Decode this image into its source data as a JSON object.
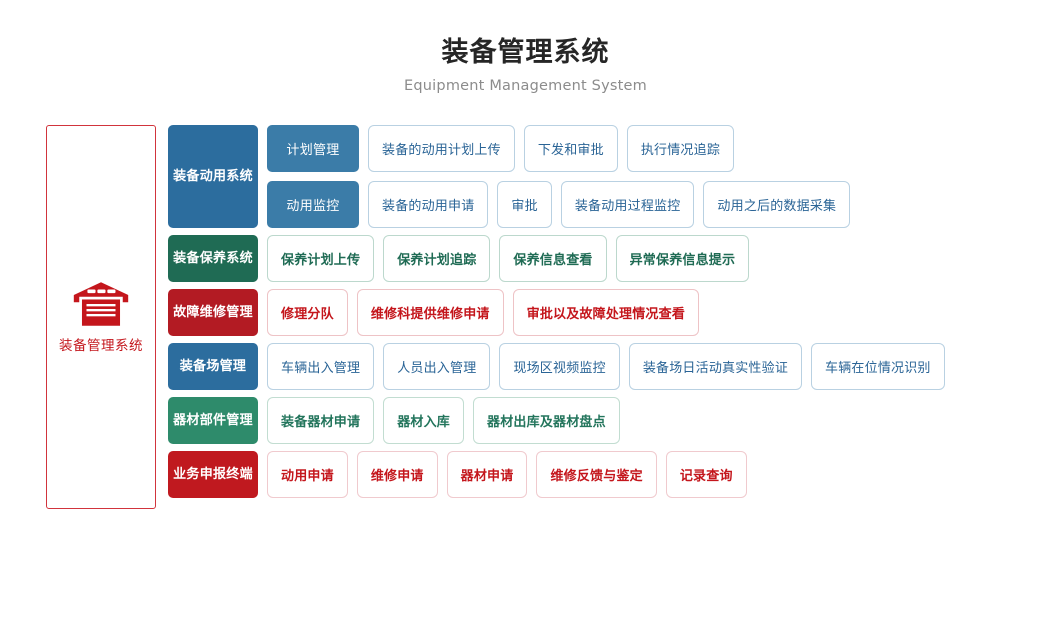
{
  "header": {
    "title": "装备管理系统",
    "subtitle": "Equipment Management System"
  },
  "root": {
    "label": "装备管理系统",
    "icon": "warehouse-icon",
    "border_color": "#d1343c",
    "text_color": "#c4161c"
  },
  "colors": {
    "blue_dark": "#2c6d9e",
    "blue_mid": "#3b7ca8",
    "blue_border": "#b9d1e2",
    "blue_text": "#2a6496",
    "green_dark": "#1f6b54",
    "green_mid": "#2e8b6b",
    "green_border": "#bcd8cd",
    "green_text": "#1f6b54",
    "red_dark": "#b31b23",
    "red_bright": "#c0191f",
    "red_border": "#eec3c6",
    "red_text": "#c4161c",
    "title_text": "#262626",
    "subtitle_text": "#8c8c8c"
  },
  "rows": [
    {
      "category": "装备动用系统",
      "theme": "blue",
      "block_color": "#2c6d9e",
      "two_level": true,
      "subrows": [
        {
          "mid": "计划管理",
          "mid_color": "#3b7ca8",
          "leaves": [
            "装备的动用计划上传",
            "下发和审批",
            "执行情况追踪"
          ]
        },
        {
          "mid": "动用监控",
          "mid_color": "#3b7ca8",
          "leaves": [
            "装备的动用申请",
            "审批",
            "装备动用过程监控",
            "动用之后的数据采集"
          ]
        }
      ]
    },
    {
      "category": "装备保养系统",
      "theme": "green",
      "block_color": "#1f6b54",
      "two_level": false,
      "leaves": [
        "保养计划上传",
        "保养计划追踪",
        "保养信息查看",
        "异常保养信息提示"
      ]
    },
    {
      "category": "故障维修管理",
      "theme": "red",
      "block_color": "#b31b23",
      "two_level": false,
      "leaves": [
        "修理分队",
        "维修科提供维修申请",
        "审批以及故障处理情况查看"
      ]
    },
    {
      "category": "装备场管理",
      "theme": "blue",
      "block_color": "#2c6d9e",
      "two_level": false,
      "leaves": [
        "车辆出入管理",
        "人员出入管理",
        "现场区视频监控",
        "装备场日活动真实性验证",
        "车辆在位情况识别"
      ]
    },
    {
      "category": "器材部件管理",
      "theme": "green2",
      "block_color": "#2e8b6b",
      "two_level": false,
      "leaves": [
        "装备器材申请",
        "器材入库",
        "器材出库及器材盘点"
      ]
    },
    {
      "category": "业务申报终端",
      "theme": "red2",
      "block_color": "#c0191f",
      "two_level": false,
      "leaves": [
        "动用申请",
        "维修申请",
        "器材申请",
        "维修反馈与鉴定",
        "记录查询"
      ]
    }
  ]
}
